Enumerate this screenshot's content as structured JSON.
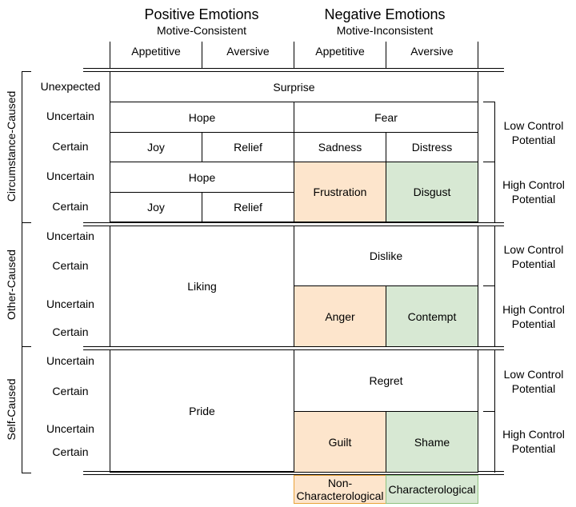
{
  "header": {
    "positive_title": "Positive Emotions",
    "positive_subtitle": "Motive-Consistent",
    "negative_title": "Negative Emotions",
    "negative_subtitle": "Motive-Inconsistent",
    "columns": [
      "Appetitive",
      "Aversive",
      "Appetitive",
      "Aversive"
    ]
  },
  "groups": {
    "circumstance": "Circumstance-Caused",
    "other": "Other-Caused",
    "self": "Self-Caused"
  },
  "row_labels": {
    "r0": "Unexpected",
    "r1": "Uncertain",
    "r2": "Certain",
    "r3": "Uncertain",
    "r4": "Certain",
    "r5": "Uncertain",
    "r6": "Certain",
    "r7": "Uncertain",
    "r8": "Certain",
    "r9": "Uncertain",
    "r10": "Certain",
    "r11": "Uncertain",
    "r12": "Certain"
  },
  "cells": {
    "surprise": "Surprise",
    "hope_1": "Hope",
    "fear": "Fear",
    "joy_1": "Joy",
    "relief_1": "Relief",
    "sadness": "Sadness",
    "distress": "Distress",
    "hope_2": "Hope",
    "joy_2": "Joy",
    "relief_2": "Relief",
    "frustration": "Frustration",
    "disgust": "Disgust",
    "liking": "Liking",
    "dislike": "Dislike",
    "anger": "Anger",
    "contempt": "Contempt",
    "pride": "Pride",
    "regret": "Regret",
    "guilt": "Guilt",
    "shame": "Shame"
  },
  "control": {
    "low_1": [
      "Low Control",
      "Potential"
    ],
    "high_1": [
      "High Control",
      "Potential"
    ],
    "low_2": [
      "Low Control",
      "Potential"
    ],
    "high_2": [
      "High Control",
      "Potential"
    ],
    "low_3": [
      "Low Control",
      "Potential"
    ],
    "high_3": [
      "High Control",
      "Potential"
    ]
  },
  "legend": {
    "non_char": [
      "Non-",
      "Characterological"
    ],
    "char": "Characterological"
  },
  "colors": {
    "orange_fill": "#fde5cc",
    "green_fill": "#d7e8d3",
    "orange_border": "#e8a33a",
    "green_border": "#8fc27f"
  }
}
